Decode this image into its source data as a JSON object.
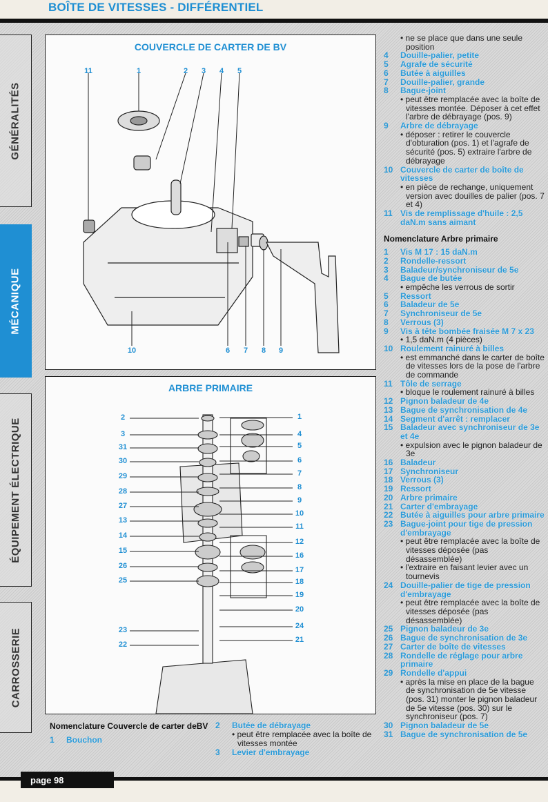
{
  "header": {
    "title": "BOÎTE DE VITESSES - DIFFÉRENTIEL"
  },
  "tabs": [
    {
      "label": "GÉNÉRALITÉS",
      "active": false
    },
    {
      "label": "MÉCANIQUE",
      "active": true
    },
    {
      "label": "ÉQUIPEMENT ÉLECTRIQUE",
      "active": false
    },
    {
      "label": "CARROSSERIE",
      "active": false
    }
  ],
  "diagram1": {
    "title": "COUVERCLE DE CARTER DE BV",
    "callouts": [
      "11",
      "1",
      "2",
      "3",
      "4",
      "5",
      "10",
      "6",
      "7",
      "8",
      "9"
    ]
  },
  "diagram2": {
    "title": "ARBRE PRIMAIRE",
    "callouts_left": [
      "2",
      "3",
      "31",
      "30",
      "29",
      "28",
      "27",
      "13",
      "14",
      "15",
      "26",
      "25",
      "23",
      "22"
    ],
    "callouts_right": [
      "1",
      "4",
      "5",
      "6",
      "7",
      "8",
      "9",
      "10",
      "11",
      "12",
      "16",
      "17",
      "18",
      "19",
      "20",
      "24",
      "21"
    ]
  },
  "couvercle_nomenclature": {
    "heading": "Nomenclature Couvercle de carter deBV",
    "items": [
      {
        "num": "1",
        "title": "Bouchon",
        "notes": []
      },
      {
        "num": "2",
        "title": "Butée de débrayage",
        "notes": [
          "• peut être remplacée avec la boîte de vitesses montée"
        ]
      },
      {
        "num": "3",
        "title": "Levier d'embrayage",
        "notes": []
      }
    ],
    "continued": [
      {
        "num": "",
        "title": "",
        "notes": [
          "• ne se place que dans une seule position"
        ]
      },
      {
        "num": "4",
        "title": "Douille-palier, petite",
        "notes": []
      },
      {
        "num": "5",
        "title": "Agrafe de sécurité",
        "notes": []
      },
      {
        "num": "6",
        "title": "Butée à aiguilles",
        "notes": []
      },
      {
        "num": "7",
        "title": "Douille-palier, grande",
        "notes": []
      },
      {
        "num": "8",
        "title": "Bague-joint",
        "notes": [
          "• peut être remplacée avec la boîte de vitesses montée. Déposer à cet effet l'arbre de débrayage (pos. 9)"
        ]
      },
      {
        "num": "9",
        "title": "Arbre de débrayage",
        "notes": [
          "• déposer : retirer le couvercle d'obturation (pos. 1) et l'agrafe de sécurité (pos. 5) extraire l'arbre de débrayage"
        ]
      },
      {
        "num": "10",
        "title": "Couvercle de carter de boîte de vitesses",
        "notes": [
          "• en pièce de rechange, uniquement version avec douilles de palier (pos. 7 et 4)"
        ]
      },
      {
        "num": "11",
        "title": "Vis de remplissage d'huile : 2,5 daN.m sans aimant",
        "notes": []
      }
    ]
  },
  "arbre_nomenclature": {
    "heading": "Nomenclature Arbre primaire",
    "items": [
      {
        "num": "1",
        "title": "Vis M 17 : 15 daN.m",
        "notes": []
      },
      {
        "num": "2",
        "title": "Rondelle-ressort",
        "notes": []
      },
      {
        "num": "3",
        "title": "Baladeur/synchroniseur de 5e",
        "notes": []
      },
      {
        "num": "4",
        "title": "Bague de butée",
        "notes": [
          "• empêche les verrous de sortir"
        ]
      },
      {
        "num": "5",
        "title": "Ressort",
        "notes": []
      },
      {
        "num": "6",
        "title": "Baladeur de 5e",
        "notes": []
      },
      {
        "num": "7",
        "title": "Synchroniseur de 5e",
        "notes": []
      },
      {
        "num": "8",
        "title": "Verrous (3)",
        "notes": []
      },
      {
        "num": "9",
        "title": "Vis à tête bombée fraisée M 7 x 23",
        "notes": [
          "• 1,5 daN.m (4 pièces)"
        ]
      },
      {
        "num": "10",
        "title": "Roulement rainuré à billes",
        "notes": [
          "• est emmanché dans le carter de boîte de vitesses lors de la pose de l'arbre de commande"
        ]
      },
      {
        "num": "11",
        "title": "Tôle de serrage",
        "notes": [
          "• bloque le roulement rainuré à billes"
        ]
      },
      {
        "num": "12",
        "title": "Pignon baladeur de 4e",
        "notes": []
      },
      {
        "num": "13",
        "title": "Bague de synchronisation de 4e",
        "notes": []
      },
      {
        "num": "14",
        "title": "Segment d'arrêt : remplacer",
        "notes": []
      },
      {
        "num": "15",
        "title": "Baladeur avec synchroniseur de 3e et 4e",
        "notes": [
          "• expulsion avec le pignon baladeur de 3e"
        ]
      },
      {
        "num": "16",
        "title": "Baladeur",
        "notes": []
      },
      {
        "num": "17",
        "title": "Synchroniseur",
        "notes": []
      },
      {
        "num": "18",
        "title": "Verrous (3)",
        "notes": []
      },
      {
        "num": "19",
        "title": "Ressort",
        "notes": []
      },
      {
        "num": "20",
        "title": "Arbre primaire",
        "notes": []
      },
      {
        "num": "21",
        "title": "Carter d'embrayage",
        "notes": []
      },
      {
        "num": "22",
        "title": "Butée à aiguilles pour arbre primaire",
        "notes": []
      },
      {
        "num": "23",
        "title": "Bague-joint pour tige de pression d'embrayage",
        "notes": [
          "• peut être remplacée avec la boîte de vitesses déposée (pas désassemblée)",
          "• l'extraire en faisant levier avec un tournevis"
        ]
      },
      {
        "num": "24",
        "title": "Douille-palier de tige de pression d'embrayage",
        "notes": [
          "• peut être remplacée avec la boîte de vitesses déposée (pas désassemblée)"
        ]
      },
      {
        "num": "25",
        "title": "Pignon baladeur de 3e",
        "notes": []
      },
      {
        "num": "26",
        "title": "Bague de synchronisation de 3e",
        "notes": []
      },
      {
        "num": "27",
        "title": "Carter de boîte de vitesses",
        "notes": []
      },
      {
        "num": "28",
        "title": "Rondelle de réglage pour arbre primaire",
        "notes": []
      },
      {
        "num": "29",
        "title": "Rondelle d'appui",
        "notes": [
          "• après la mise en place de la bague de synchronisation de 5e vitesse (pos. 31) monter le pignon baladeur de 5e vitesse (pos. 30) sur le synchroniseur (pos. 7)"
        ]
      },
      {
        "num": "30",
        "title": "Pignon baladeur de 5e",
        "notes": []
      },
      {
        "num": "31",
        "title": "Bague de synchronisation de 5e",
        "notes": []
      }
    ]
  },
  "footer": {
    "page": "page 98"
  },
  "colors": {
    "accent": "#1f8fd3",
    "rule": "#111111"
  }
}
